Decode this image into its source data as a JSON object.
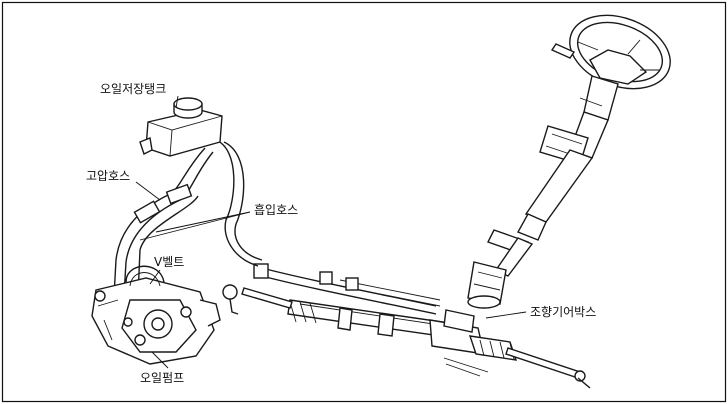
{
  "labels": {
    "reservoir_tank": "오일저장탱크",
    "high_pressure_hose": "고압호스",
    "suction_hose": "흡입호스",
    "v_belt": "V벨트",
    "steering_gearbox": "조향기어박스",
    "oil_pump": "오일펌프"
  },
  "colors": {
    "ink": "#1a1a1a",
    "paper": "#ffffff"
  }
}
